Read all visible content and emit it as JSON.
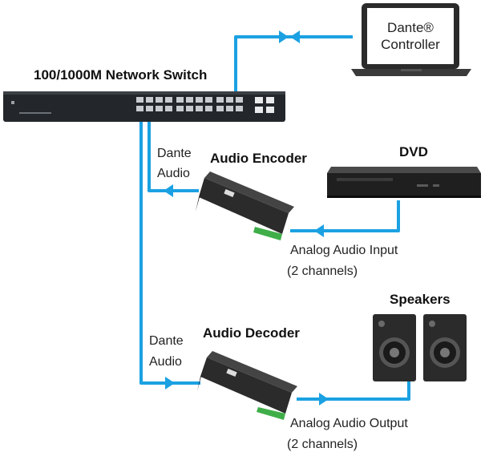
{
  "switch": {
    "label": "100/1000M Network Switch"
  },
  "controller": {
    "line1": "Dante®",
    "line2": "Controller"
  },
  "encoder": {
    "title": "Audio Encoder",
    "link_line1": "Dante",
    "link_line2": "Audio"
  },
  "decoder": {
    "title": "Audio Decoder",
    "link_line1": "Dante",
    "link_line2": "Audio"
  },
  "dvd": {
    "title": "DVD"
  },
  "speakers": {
    "title": "Speakers"
  },
  "input": {
    "line1": "Analog Audio Input",
    "line2": "(2 channels)"
  },
  "output": {
    "line1": "Analog Audio Output",
    "line2": "(2 channels)"
  },
  "colors": {
    "cable": "#1ba1e2",
    "device": "#2b2b2b",
    "terminal": "#3fae49"
  }
}
